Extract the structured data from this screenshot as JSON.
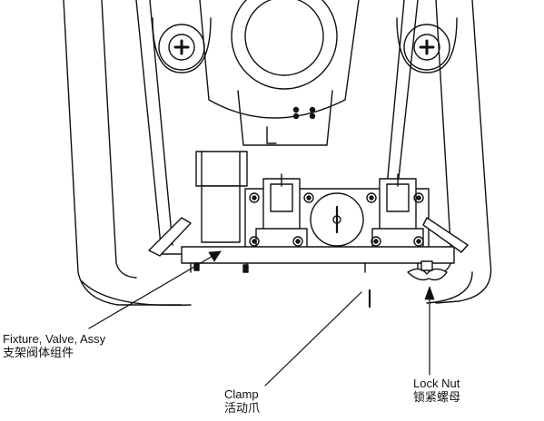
{
  "callouts": {
    "fixture": {
      "en": "Fixture, Valve, Assy",
      "zh": "支架阀体组件"
    },
    "clamp": {
      "en": "Clamp",
      "zh": "活动爪"
    },
    "lock_nut": {
      "en": "Lock Nut",
      "zh": "锁紧螺母"
    }
  },
  "colors": {
    "line": "#111111",
    "background": "#ffffff",
    "fill_light": "#f2f2f2"
  }
}
